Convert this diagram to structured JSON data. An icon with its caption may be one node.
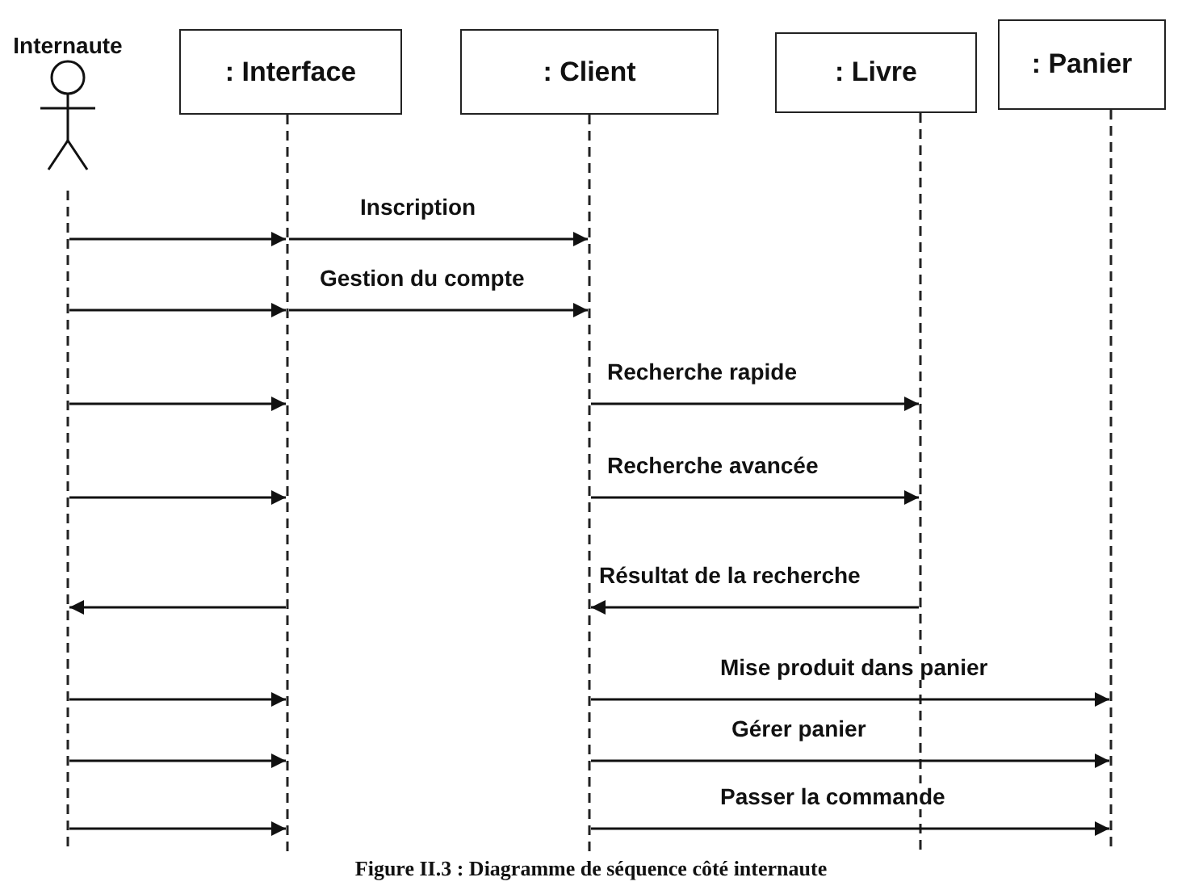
{
  "diagram": {
    "caption": "Figure II.3 : Diagramme de séquence côté internaute",
    "nodes": [
      {
        "text": [
          "Internaute"
        ]
      },
      {
        "text": [
          ": Interface"
        ]
      },
      {
        "text": [
          ": Client"
        ]
      },
      {
        "text": [
          ": Livre"
        ]
      },
      {
        "text": [
          ": Panier"
        ]
      }
    ],
    "edges": [
      {
        "from": 0,
        "to": 1,
        "arrow": "to"
      },
      {
        "from": 1,
        "to": 2,
        "arrow": "to",
        "label": "Inscription"
      },
      {
        "from": 0,
        "to": 1,
        "arrow": "to"
      },
      {
        "from": 1,
        "to": 2,
        "arrow": "to",
        "label": "Gestion du compte"
      },
      {
        "from": 0,
        "to": 1,
        "arrow": "to"
      },
      {
        "from": 2,
        "to": 3,
        "arrow": "to",
        "label": "Recherche rapide"
      },
      {
        "from": 0,
        "to": 1,
        "arrow": "to"
      },
      {
        "from": 2,
        "to": 3,
        "arrow": "to",
        "label": "Recherche avancée"
      },
      {
        "from": 1,
        "to": 0,
        "arrow": "to"
      },
      {
        "from": 3,
        "to": 2,
        "arrow": "to",
        "label": "Résultat de la recherche"
      },
      {
        "from": 0,
        "to": 1,
        "arrow": "to"
      },
      {
        "from": 2,
        "to": 4,
        "arrow": "to",
        "label": "Mise produit dans panier"
      },
      {
        "from": 0,
        "to": 1,
        "arrow": "to"
      },
      {
        "from": 2,
        "to": 4,
        "arrow": "to",
        "label": "Gérer panier"
      },
      {
        "from": 0,
        "to": 1,
        "arrow": "to"
      },
      {
        "from": 2,
        "to": 4,
        "arrow": "to",
        "label": "Passer la commande"
      }
    ]
  }
}
